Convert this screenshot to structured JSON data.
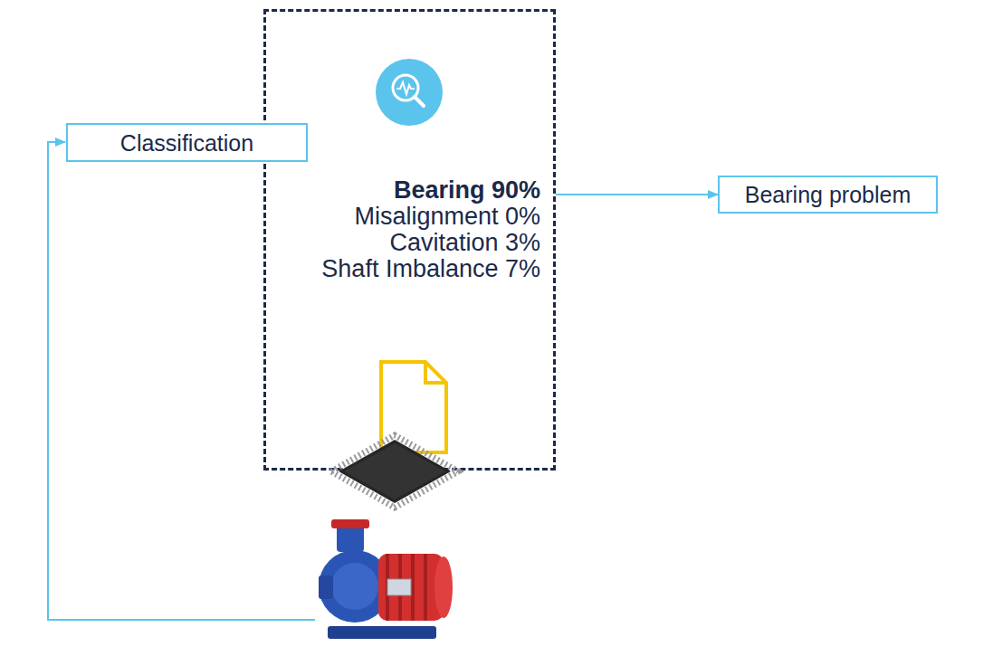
{
  "diagram": {
    "nodes": [
      {
        "text": [
          "Bearing 90%",
          "Misalignment 0%",
          "Cavitation 3%",
          "Shaft Imbalance 7%"
        ]
      },
      {
        "text": [
          "Classification"
        ]
      },
      {
        "text": [
          "Bearing problem"
        ]
      }
    ],
    "edges": [
      {
        "from": 0,
        "to": 2,
        "arrow": "to"
      }
    ]
  }
}
